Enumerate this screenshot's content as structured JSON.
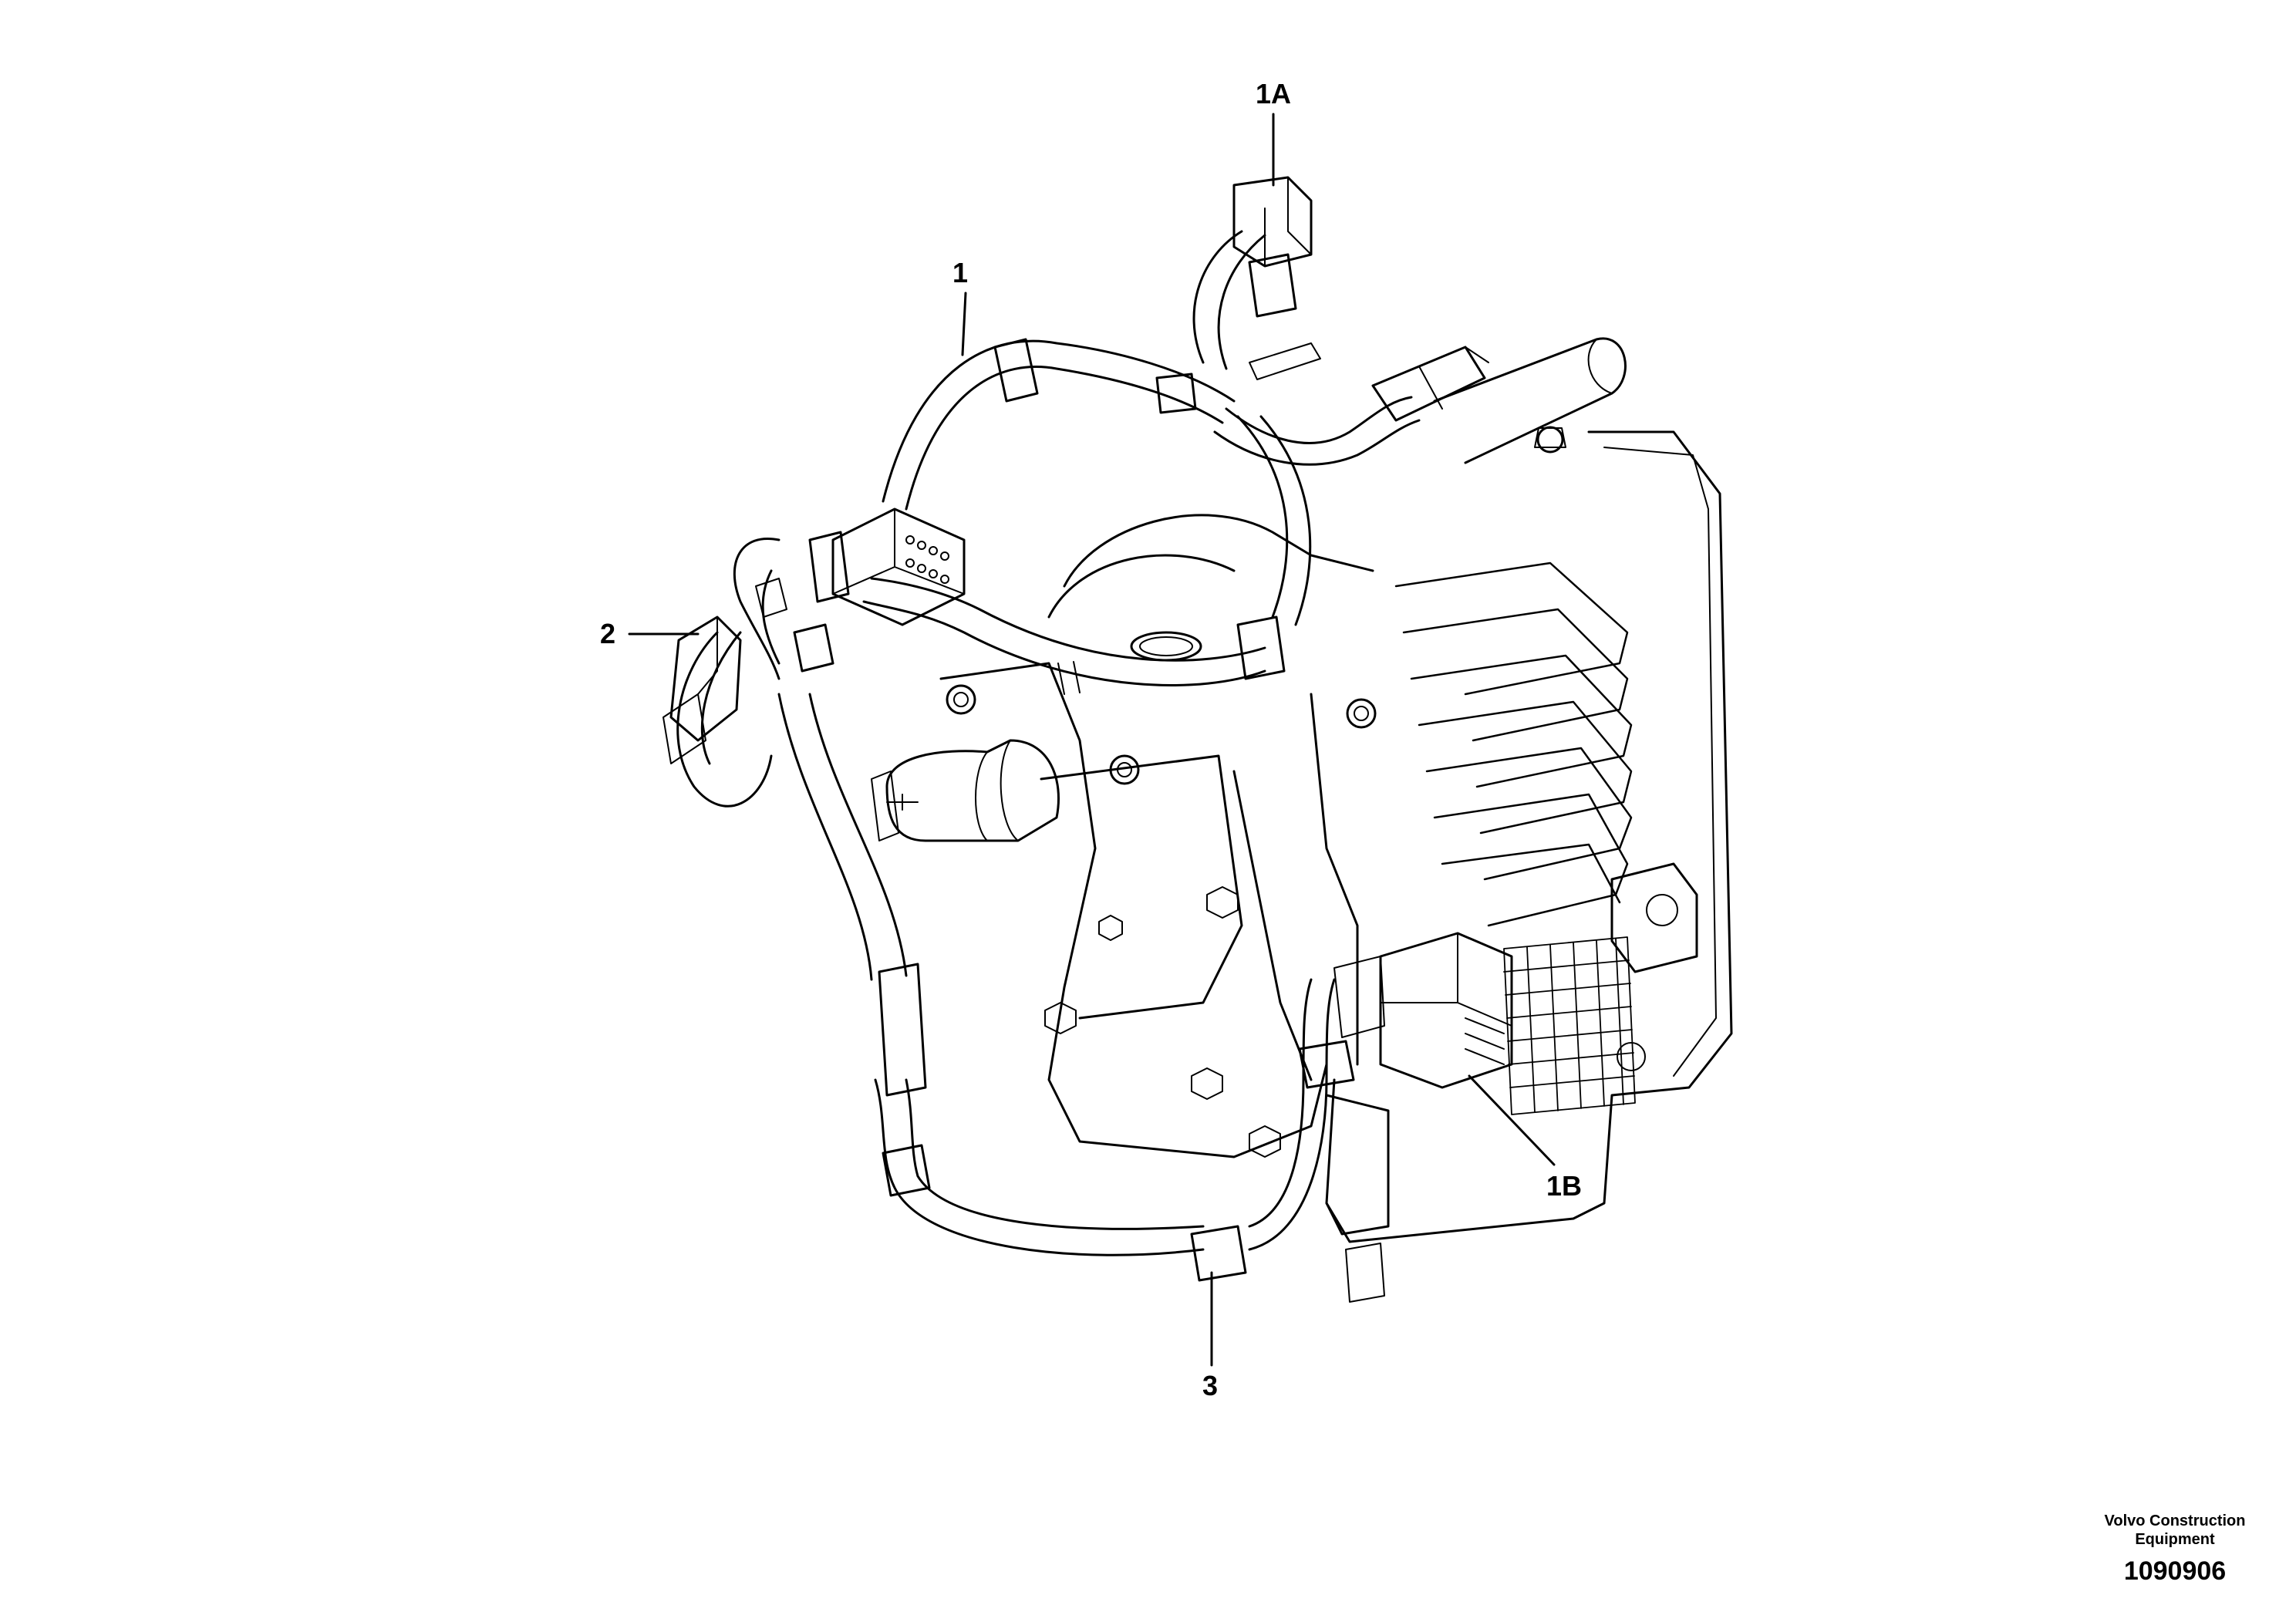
{
  "callouts": {
    "c1a": "1A",
    "c1": "1",
    "c2": "2",
    "c1b": "1B",
    "c3": "3"
  },
  "footer": {
    "company": "Volvo Construction\nEquipment",
    "line1": "Volvo Construction",
    "line2": "Equipment",
    "drawing_number": "1090906"
  },
  "colors": {
    "line": "#000000",
    "background": "#ffffff"
  }
}
